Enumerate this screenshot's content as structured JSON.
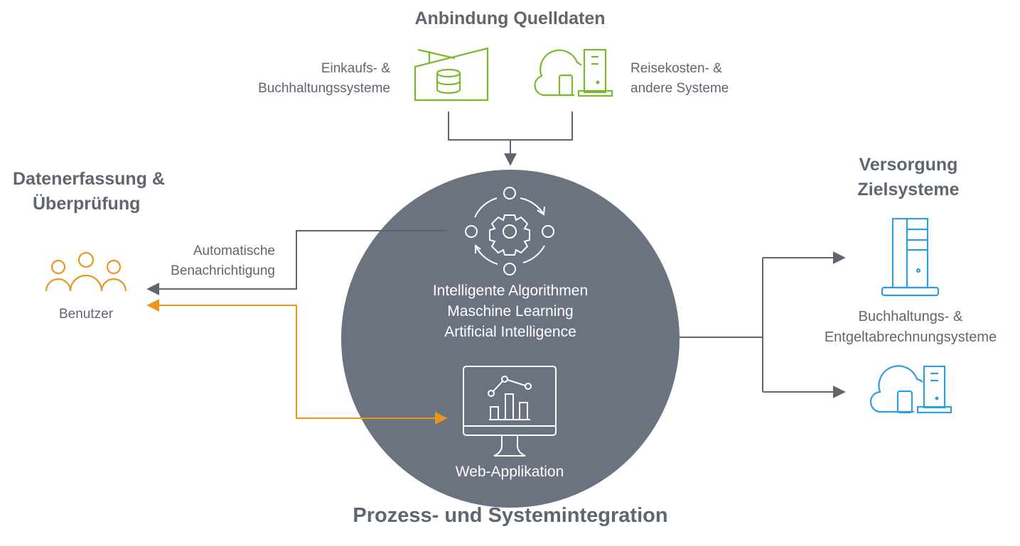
{
  "headings": {
    "source": "Anbindung Quelldaten",
    "capture_line1": "Datenerfassung &",
    "capture_line2": "Überprüfung",
    "target_line1": "Versorgung",
    "target_line2": "Zielsysteme",
    "bottom": "Prozess- und Systemintegration"
  },
  "source_systems": {
    "left_line1": "Einkaufs- &",
    "left_line2": "Buchhaltungssysteme",
    "right_line1": "Reisekosten- &",
    "right_line2": "andere Systeme"
  },
  "users": {
    "label": "Benutzer",
    "notification_line1": "Automatische",
    "notification_line2": "Benachrichtigung"
  },
  "center": {
    "line1": "Intelligente Algorithmen",
    "line2": "Maschine Learning",
    "line3": "Artificial Intelligence",
    "web_app": "Web-Applikation"
  },
  "target_systems": {
    "line1": "Buchhaltungs- &",
    "line2": "Entgeltabrechnungsysteme"
  },
  "colors": {
    "green": "#7ab92e",
    "orange": "#e9961e",
    "blue": "#2e9ee0",
    "gray": "#5f6670",
    "circle": "#6b7280"
  },
  "icons": [
    "house-database-icon",
    "cloud-server-icon",
    "users-icon",
    "gear-cycle-icon",
    "monitor-chart-icon",
    "server-tower-icon",
    "cloud-server-icon"
  ]
}
